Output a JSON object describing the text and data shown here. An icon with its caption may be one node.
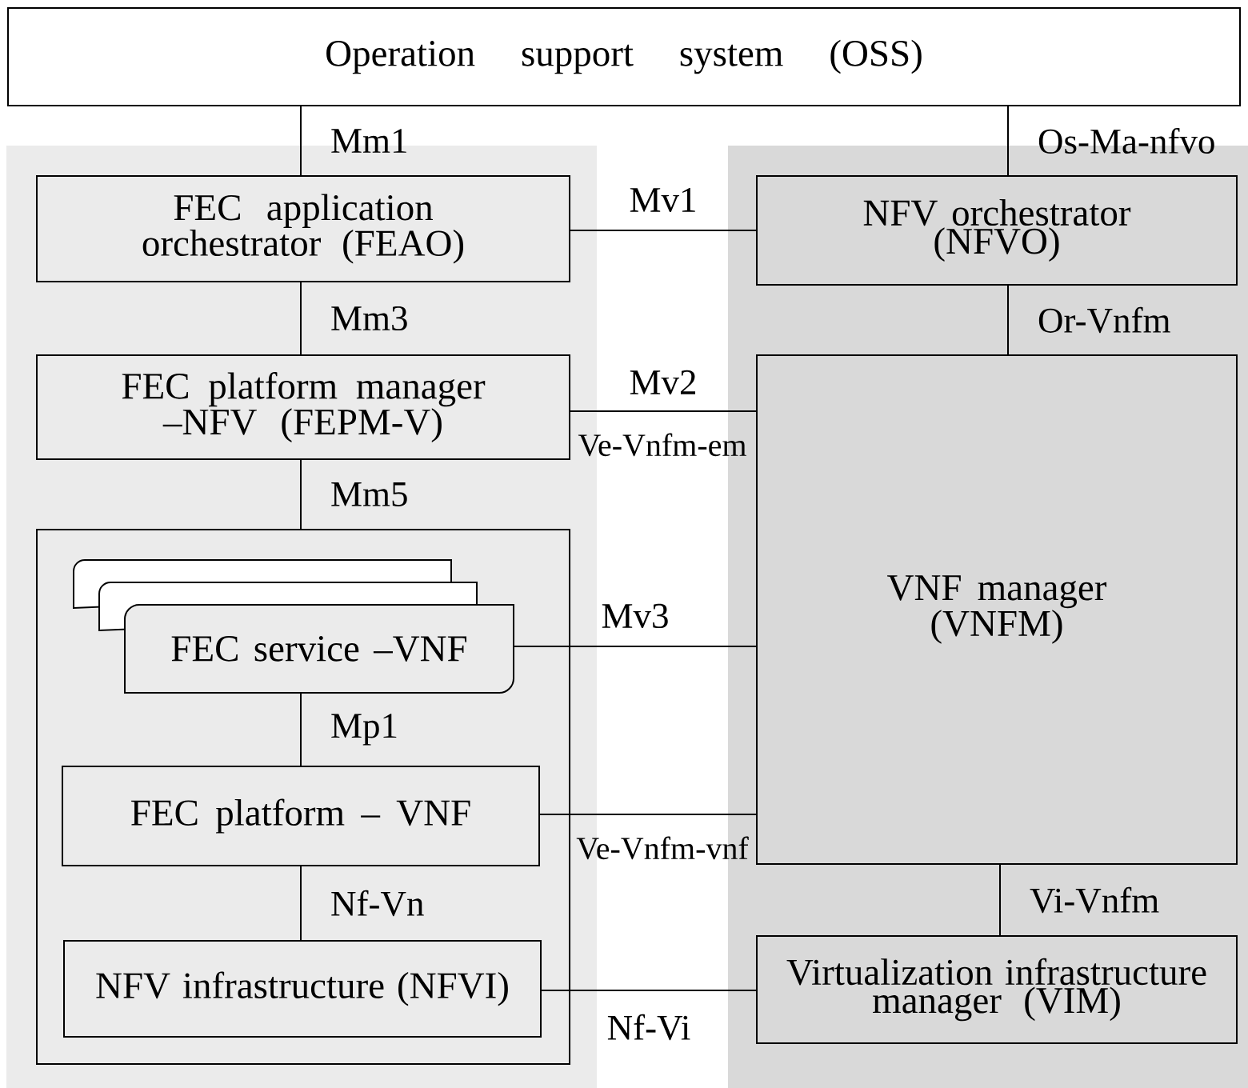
{
  "diagram": {
    "nodes": [
      {
        "text": [
          "Operation support system (OSS)"
        ]
      },
      {
        "text": [
          "FEC application orchestrator (FEAO)"
        ]
      },
      {
        "text": [
          "NFV orchestrator (NFVO)"
        ]
      },
      {
        "text": [
          "FEC platform manager –NFV (FEPM-V)"
        ]
      },
      {
        "text": [
          "VNF manager (VNFM)"
        ]
      },
      {
        "text": [],
        "shape": "box"
      },
      {
        "text": [
          "FEC service –VNF"
        ],
        "in": 5
      },
      {
        "text": [
          "FEC platform – VNF"
        ],
        "in": 5
      },
      {
        "text": [
          "NFV infrastructure (NFVI)"
        ],
        "in": 5
      },
      {
        "text": [
          "Virtualization infrastructure manager (VIM)"
        ]
      }
    ],
    "edges": [
      {
        "from": 0,
        "to": 1,
        "arrow": "none",
        "label": "Mm1"
      },
      {
        "from": 0,
        "to": 2,
        "arrow": "none",
        "label": "Os-Ma-nfvo"
      },
      {
        "from": 1,
        "to": 2,
        "arrow": "none",
        "label": "Mv1"
      },
      {
        "from": 1,
        "to": 3,
        "arrow": "none",
        "label": "Mm3"
      },
      {
        "from": 3,
        "to": 4,
        "arrow": "none",
        "label": "Mv2"
      },
      {
        "from": 2,
        "to": 4,
        "arrow": "none",
        "label": "Or-Vnfm"
      },
      {
        "from": 3,
        "to": 5,
        "arrow": "none",
        "label": "Mm5"
      },
      {
        "from": 6,
        "to": 4,
        "arrow": "none",
        "label": "Mv3"
      },
      {
        "from": 6,
        "to": 7,
        "arrow": "none",
        "label": "Mp1"
      },
      {
        "from": 7,
        "to": 4,
        "arrow": "none",
        "label": "Ve-Vnfm-vnf"
      },
      {
        "from": 7,
        "to": 8,
        "arrow": "none",
        "label": "Nf-Vn"
      },
      {
        "from": 4,
        "to": 9,
        "arrow": "none",
        "label": "Vi-Vnfm"
      },
      {
        "from": 8,
        "to": 9,
        "arrow": "none",
        "label": "Nf-Vi"
      }
    ],
    "labels": [
      "Ve-Vnfm-em"
    ]
  }
}
